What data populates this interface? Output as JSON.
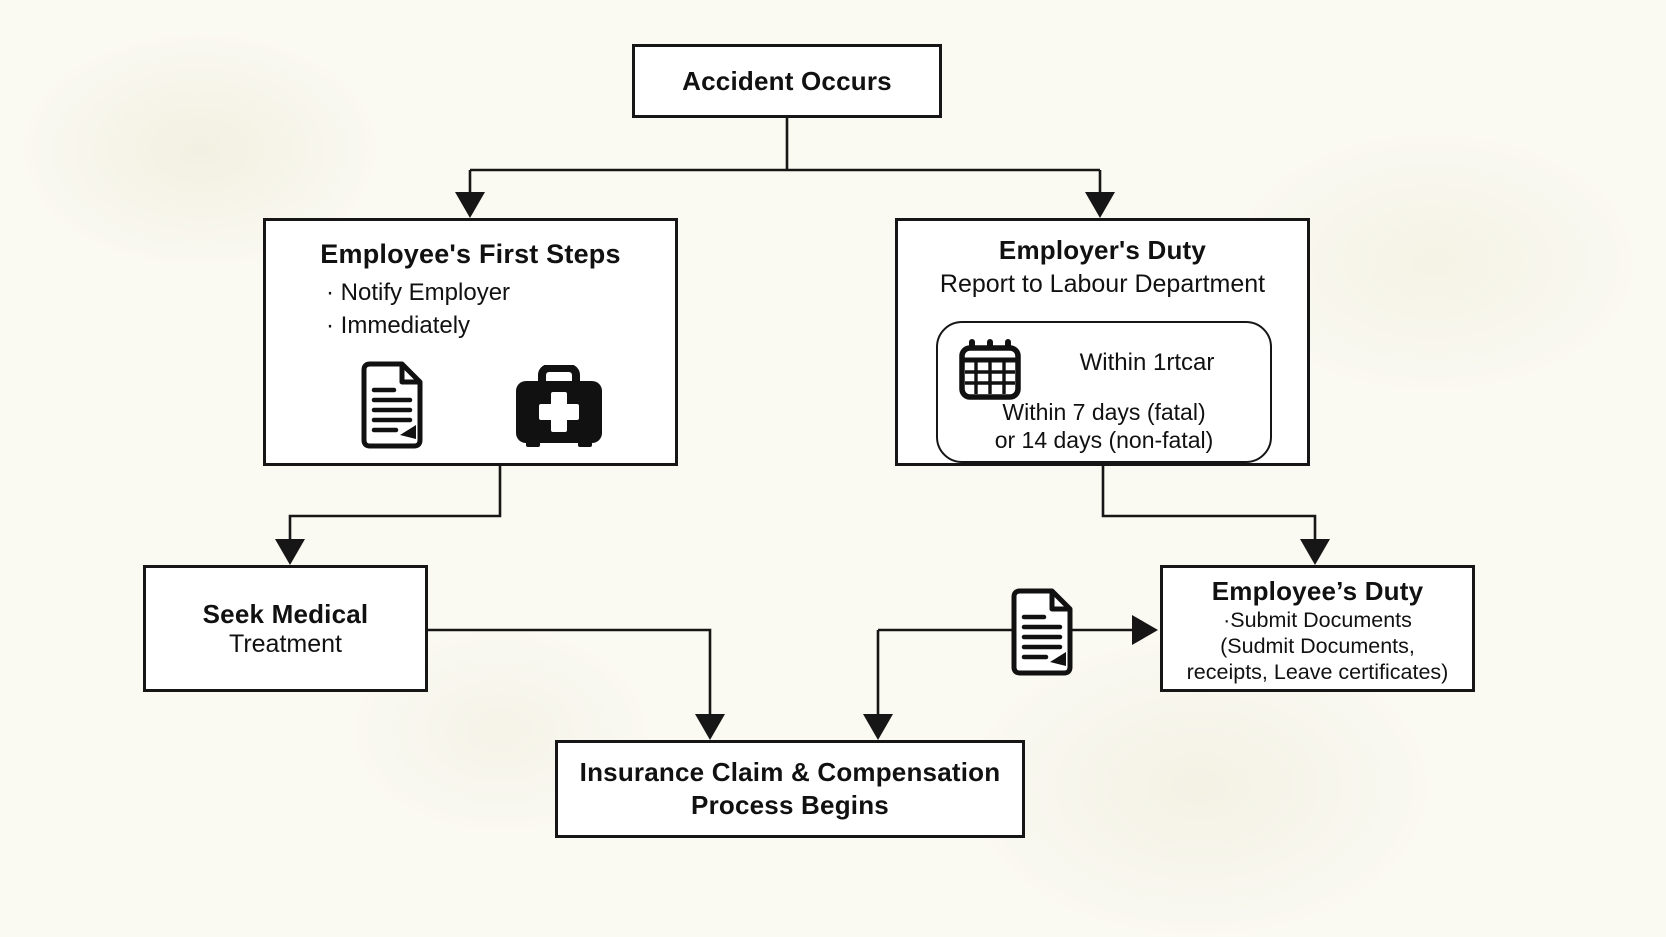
{
  "colors": {
    "background": "#faf9f2",
    "ink": "#161616",
    "box_fill": "#ffffff"
  },
  "icons": [
    "document-icon",
    "first-aid-kit-icon",
    "calendar-icon",
    "document-icon"
  ],
  "nodes": {
    "accident": {
      "title": "Accident Occurs"
    },
    "employee_first_steps": {
      "title": "Employee's First Steps",
      "bullets": [
        "· Notify Employer",
        "· Immediately"
      ]
    },
    "employer_duty": {
      "title": "Employer's Duty",
      "subtitle": "Report to Labour Department",
      "timeline_caption": "Within 1rtcar",
      "timeline_lines": [
        "Within 7 days (fatal)",
        "or 14 days (non-fatal)"
      ]
    },
    "seek_medical": {
      "title": "Seek Medical",
      "subtitle": "Treatment"
    },
    "employee_duty": {
      "title": "Employee’s Duty",
      "lines": [
        "·Submit Documents",
        "(Sudmit Documents,",
        "receipts, Leave certificates)"
      ]
    },
    "insurance": {
      "lines": [
        "Insurance Claim & Compensation",
        "Process Begins"
      ]
    }
  }
}
